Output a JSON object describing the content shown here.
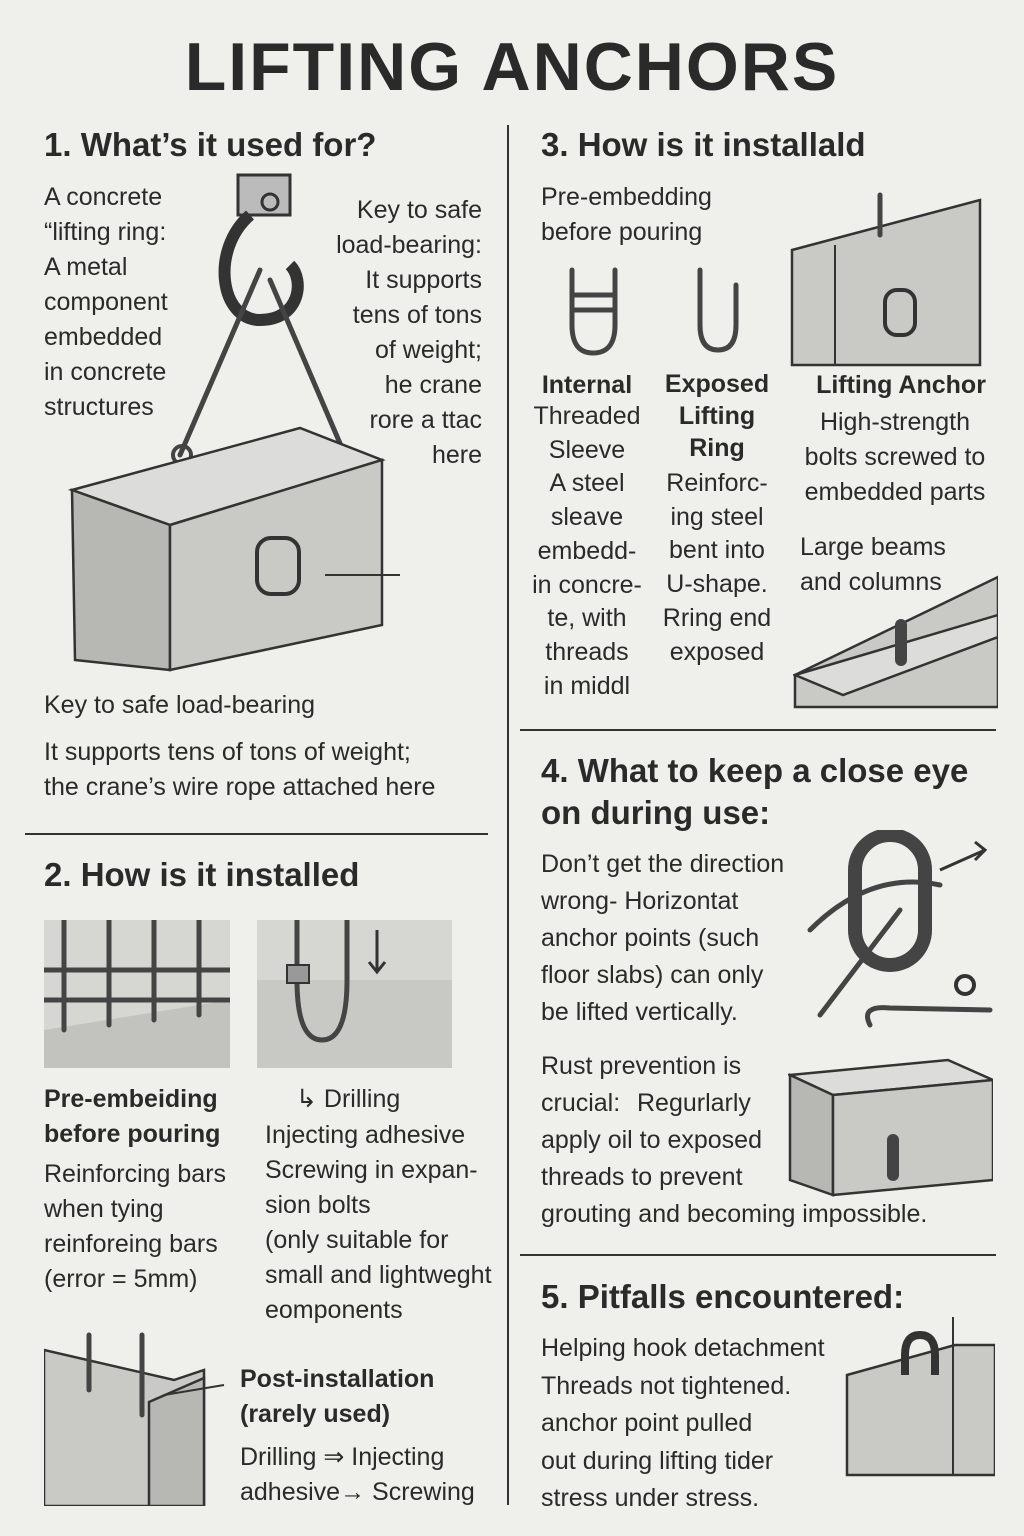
{
  "title": "LIFTING ANCHORS",
  "s1": {
    "heading": "1. What’s it used for?",
    "definition": "A concrete\n“lifting ring:\nA metal\ncomponent\nembedded\nin concrete\nstructures",
    "callout": "Key to safe\nload-bearing:\nIt supports\ntens of tons\nof weight;\nhe crane\nrore a ttac\nhere",
    "caption_title": "Key to safe load-bearing",
    "caption_body": "It supports tens of tons of weight;\nthe crane’s wire rope attached here"
  },
  "s2": {
    "heading": "2. How is it installed",
    "pre_title": "Pre-embeiding\nbefore pouring",
    "pre_body": "Reinforcing bars\nwhen tying\nreinforeing bars\n(error = 5mm)",
    "drill_title": "↳ Drilling",
    "drill_body": "Injecting adhesive\nScrewing in expan-\nsion bolts\n(only suitable for\nsmall and lightweght\neomponents",
    "post_title": "Post-installation\n(rarely used)",
    "post_body": "Drilling ⇒ Injecting\nadhesive→ Screwing"
  },
  "s3": {
    "heading": "3. How is it installald",
    "intro": "Pre-embedding\nbefore pouring",
    "col1_title": "Internal",
    "col1_body": "Threaded\nSleeve\nA steel\nsleave\nembedd-\nin concre-\nte, with\nthreads\nin middl",
    "col2_title": "Exposed\nLifting\nRing",
    "col2_body": "Reinforc-\ning steel\nbent into\nU-shape.\nRring end\nexposed",
    "col3_title": "Lifting Anchor",
    "col3_body": "High-strength\nbolts screwed to\nembedded parts",
    "col3_note": "Large beams\nand columns"
  },
  "s4": {
    "heading": "4. What to keep a close eye\non during use:",
    "p1": "Don’t get the direction\nwrong- Horizontat\nanchor points (such\nfloor slabs) can only\nbe lifted vertically.",
    "p2_title": "Rust prevention is\ncrucial:",
    "p2_body": "Regurlarly\napply oil to exposed\nthreads to prevent\ngrouting and becoming impossible."
  },
  "s5": {
    "heading": "5. Pitfalls encountered:",
    "body": "Helping hook detachment\nThreads not tightened.\nanchor point pulled\nout during lifting tider\nstress under stress."
  }
}
